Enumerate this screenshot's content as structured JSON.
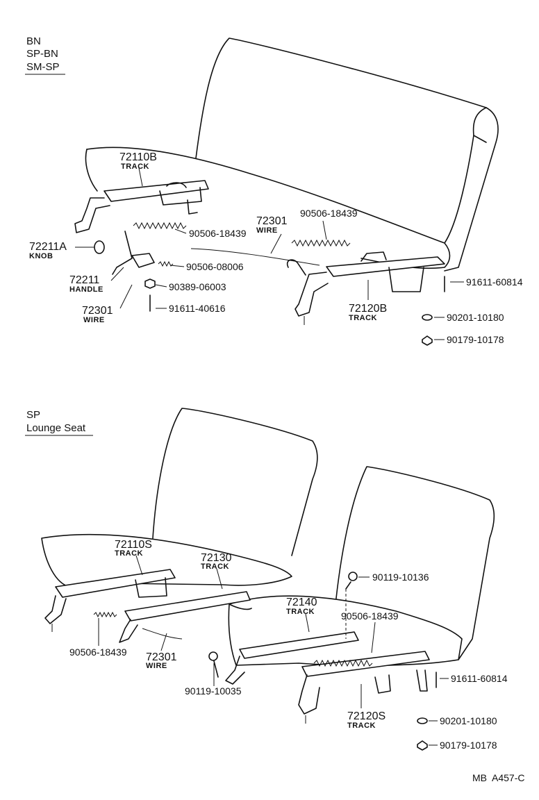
{
  "section1": {
    "variants": [
      "BN",
      "SP-BN",
      "SM-SP"
    ],
    "parts": {
      "track_l": {
        "num": "72110B",
        "name": "TRACK"
      },
      "wire_main": {
        "num": "72301",
        "name": "WIRE"
      },
      "spring_r": {
        "num": "90506-18439"
      },
      "spring_c": {
        "num": "90506-18439"
      },
      "knob": {
        "num": "72211A",
        "name": "KNOB"
      },
      "spring_s": {
        "num": "90506-08006"
      },
      "handle": {
        "num": "72211",
        "name": "HANDLE"
      },
      "nut": {
        "num": "90389-06003"
      },
      "wire_l": {
        "num": "72301",
        "name": "WIRE"
      },
      "bolt_l": {
        "num": "91611-40616"
      },
      "bolt_r": {
        "num": "91611-60814"
      },
      "track_r": {
        "num": "72120B",
        "name": "TRACK"
      },
      "washer": {
        "num": "90201-10180"
      },
      "nut_r": {
        "num": "90179-10178"
      }
    }
  },
  "section2": {
    "variants": [
      "SP",
      "Lounge Seat"
    ],
    "parts": {
      "track_ls": {
        "num": "72110S",
        "name": "TRACK"
      },
      "track_c": {
        "num": "72130",
        "name": "TRACK"
      },
      "bolt_t": {
        "num": "90119-10136"
      },
      "track_m": {
        "num": "72140",
        "name": "TRACK"
      },
      "spring_m": {
        "num": "90506-18439"
      },
      "spring_l": {
        "num": "90506-18439"
      },
      "wire": {
        "num": "72301",
        "name": "WIRE"
      },
      "bolt_b": {
        "num": "90119-10035"
      },
      "bolt_r": {
        "num": "91611-60814"
      },
      "track_rs": {
        "num": "72120S",
        "name": "TRACK"
      },
      "washer": {
        "num": "90201-10180"
      },
      "nut_r": {
        "num": "90179-10178"
      }
    }
  },
  "footer": {
    "code": "MB  A457-C"
  }
}
